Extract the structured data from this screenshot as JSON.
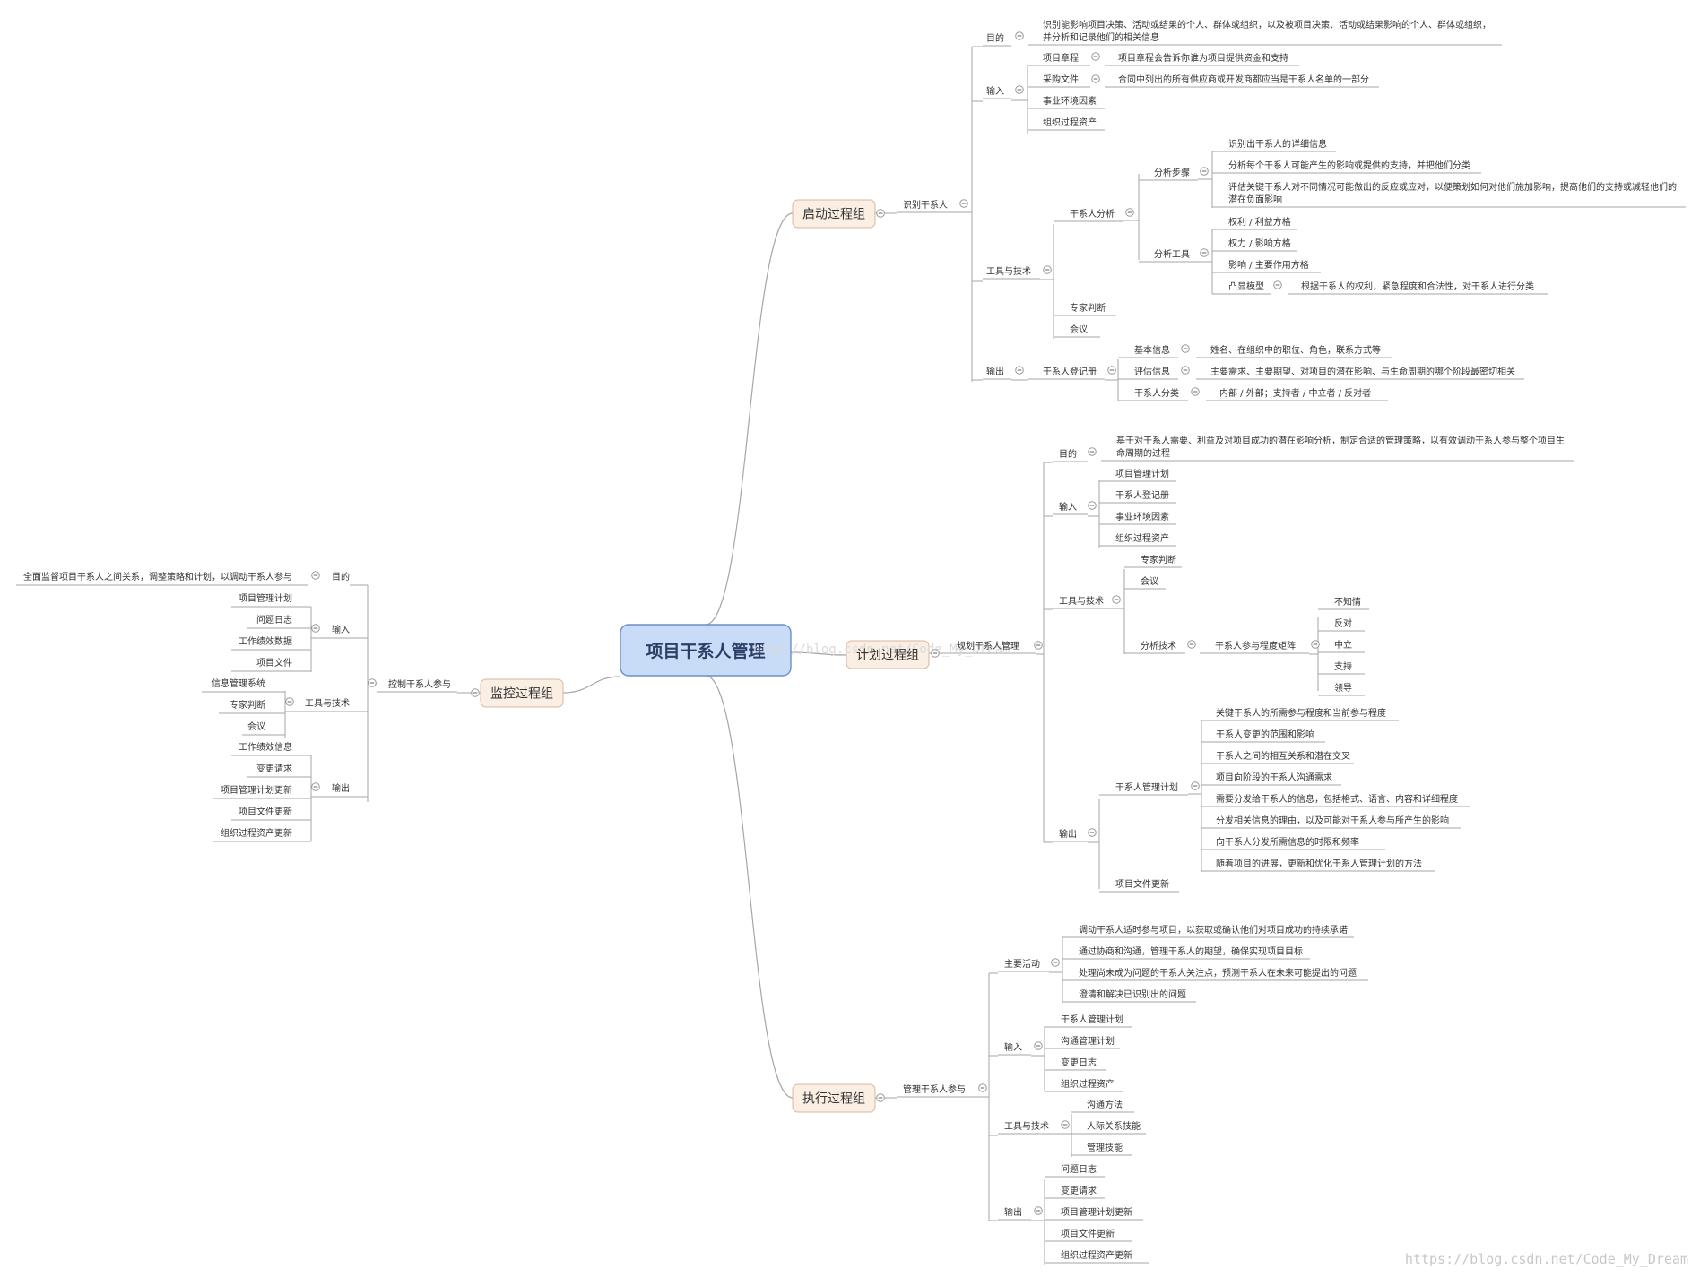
{
  "root": "项目干系人管理",
  "watermark": "https://blog.csdn.net/Code_My_Dream",
  "watermark_center": "http://blog.csdn.net/Code_My_Dream",
  "collapse_glyph": "−",
  "colors": {
    "root_fill": "#c9dcf7",
    "root_border": "#6e8fc4",
    "cat_fill": "#fbeee3",
    "cat_border": "#d9b7a2",
    "line": "#a6a6a6",
    "text": "#333333"
  },
  "nodes": {
    "start": "启动过程组",
    "s_identify": "识别干系人",
    "s_goal": "目的",
    "s_goal_text1": "识别能影响项目决策、活动或结果的个人、群体或组织，以及被项目决策、活动或结果影响的个人、群体或组织，",
    "s_goal_text2": "并分析和记录他们的相关信息",
    "s_input": "输入",
    "s_charter": "项目章程",
    "s_charter_text": "项目章程会告诉你谁为项目提供资金和支持",
    "s_procure": "采购文件",
    "s_procure_text": "合同中列出的所有供应商或开发商都应当是干系人名单的一部分",
    "s_eef": "事业环境因素",
    "s_opa": "组织过程资产",
    "s_tools": "工具与技术",
    "s_analysis": "干系人分析",
    "s_steps": "分析步骤",
    "s_step1": "识别出干系人的详细信息",
    "s_step2": "分析每个干系人可能产生的影响或提供的支持，并把他们分类",
    "s_step3a": "评估关键干系人对不同情况可能做出的反应或应对，以便策划如何对他们施加影响，提高他们的支持或减轻他们的",
    "s_step3b": "潜在负面影响",
    "s_atools": "分析工具",
    "s_grid1": "权利 / 利益方格",
    "s_grid2": "权力 / 影响方格",
    "s_grid3": "影响 / 主要作用方格",
    "s_salience": "凸显模型",
    "s_salience_text": "根据干系人的权利，紧急程度和合法性，对干系人进行分类",
    "s_expert": "专家判断",
    "s_meeting": "会议",
    "s_output": "输出",
    "s_register": "干系人登记册",
    "s_basic": "基本信息",
    "s_basic_text": "姓名、在组织中的职位、角色，联系方式等",
    "s_eval": "评估信息",
    "s_eval_text": "主要需求、主要期望、对项目的潜在影响、与生命周期的哪个阶段最密切相关",
    "s_class": "干系人分类",
    "s_class_text": "内部 / 外部；支持者 / 中立者 / 反对者",
    "plan": "计划过程组",
    "p_plan": "规划干系人管理",
    "p_goal": "目的",
    "p_goal_text1": "基于对干系人需要、利益及对项目成功的潜在影响分析，制定合适的管理策略，以有效调动干系人参与整个项目生",
    "p_goal_text2": "命周期的过程",
    "p_input": "输入",
    "p_in1": "项目管理计划",
    "p_in2": "干系人登记册",
    "p_in3": "事业环境因素",
    "p_in4": "组织过程资产",
    "p_tools": "工具与技术",
    "p_expert": "专家判断",
    "p_meeting": "会议",
    "p_atech": "分析技术",
    "p_matrix": "干系人参与程度矩阵",
    "p_m1": "不知情",
    "p_m2": "反对",
    "p_m3": "中立",
    "p_m4": "支持",
    "p_m5": "领导",
    "p_output": "输出",
    "p_smp": "干系人管理计划",
    "p_o1": "关键干系人的所需参与程度和当前参与程度",
    "p_o2": "干系人变更的范围和影响",
    "p_o3": "干系人之间的相互关系和潜在交叉",
    "p_o4": "项目向阶段的干系人沟通需求",
    "p_o5": "需要分发给干系人的信息，包括格式、语言、内容和详细程度",
    "p_o6": "分发相关信息的理由，以及可能对干系人参与所产生的影响",
    "p_o7": "向干系人分发所需信息的时限和频率",
    "p_o8": "随着项目的进展，更新和优化干系人管理计划的方法",
    "p_docs": "项目文件更新",
    "exec": "执行过程组",
    "e_manage": "管理干系人参与",
    "e_main": "主要活动",
    "e_a1": "调动干系人适时参与项目，以获取或确认他们对项目成功的持续承诺",
    "e_a2": "通过协商和沟通，管理干系人的期望，确保实现项目目标",
    "e_a3": "处理尚未成为问题的干系人关注点，预测干系人在未来可能提出的问题",
    "e_a4": "澄清和解决已识别出的问题",
    "e_input": "输入",
    "e_in1": "干系人管理计划",
    "e_in2": "沟通管理计划",
    "e_in3": "变更日志",
    "e_in4": "组织过程资产",
    "e_tools": "工具与技术",
    "e_t1": "沟通方法",
    "e_t2": "人际关系技能",
    "e_t3": "管理技能",
    "e_output": "输出",
    "e_o1": "问题日志",
    "e_o2": "变更请求",
    "e_o3": "项目管理计划更新",
    "e_o4": "项目文件更新",
    "e_o5": "组织过程资产更新",
    "monitor": "监控过程组",
    "m_control": "控制干系人参与",
    "m_goal": "目的",
    "m_goal_text": "全面监督项目干系人之间关系，调整策略和计划，以调动干系人参与",
    "m_input": "输入",
    "m_in1": "项目管理计划",
    "m_in2": "问题日志",
    "m_in3": "工作绩效数据",
    "m_in4": "项目文件",
    "m_tools": "工具与技术",
    "m_t1": "信息管理系统",
    "m_t2": "专家判断",
    "m_t3": "会议",
    "m_output": "输出",
    "m_o1": "工作绩效信息",
    "m_o2": "变更请求",
    "m_o3": "项目管理计划更新",
    "m_o4": "项目文件更新",
    "m_o5": "组织过程资产更新"
  }
}
